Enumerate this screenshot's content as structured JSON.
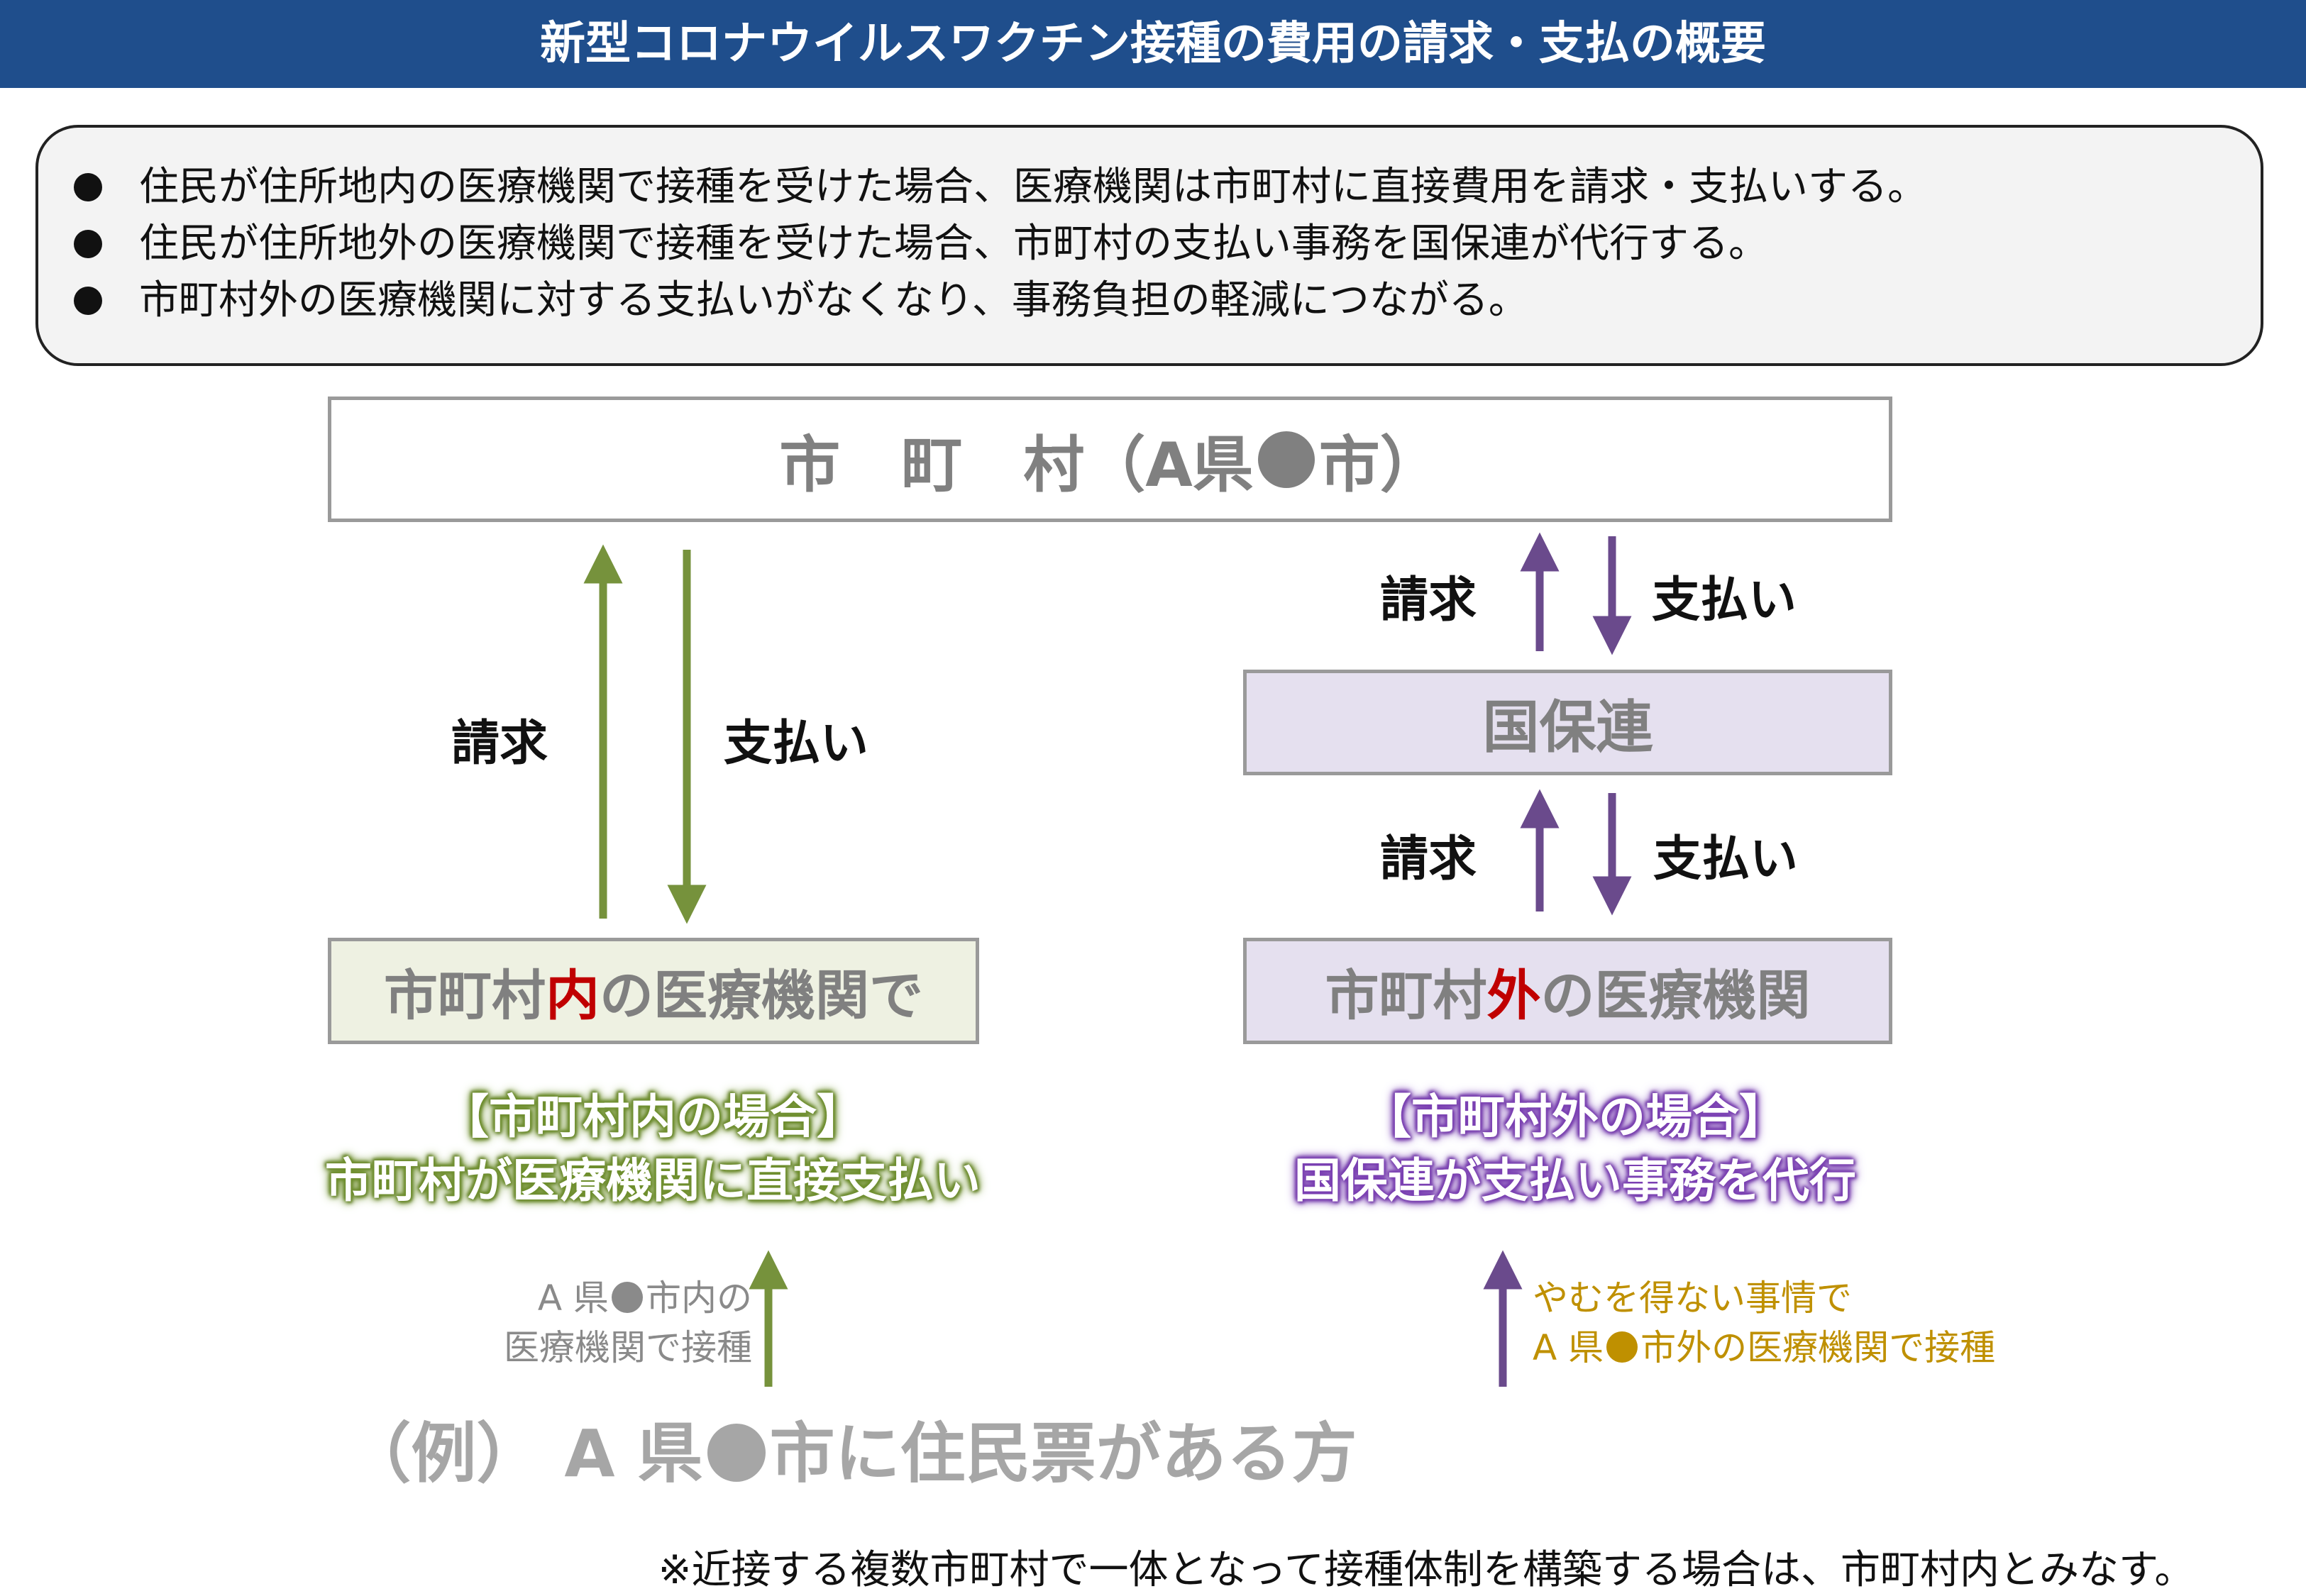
{
  "title": "新型コロナウイルスワクチン接種の費用の請求・支払の概要",
  "summary_bullets": [
    "住民が住所地内の医療機関で接種を受けた場合、医療機関は市町村に直接費用を請求・支払いする。",
    "住民が住所地外の医療機関で接種を受けた場合、市町村の支払い事務を国保連が代行する。",
    "市町村外の医療機関に対する支払いがなくなり、事務負担の軽減につながる。"
  ],
  "nodes": {
    "municipality": {
      "label_main": "市　町　村（A県",
      "label_tail": "市）"
    },
    "kokuho": "国保連",
    "inside_institution": {
      "pre": "市町村",
      "accent": "内",
      "post": "の医療機関で"
    },
    "outside_institution": {
      "pre": "市町村",
      "accent": "外",
      "post": "の医療機関"
    }
  },
  "edge_labels": {
    "left_claim": "請求",
    "left_payment": "支払い",
    "right_upper_claim": "請求",
    "right_upper_payment": "支払い",
    "right_lower_claim": "請求",
    "right_lower_payment": "支払い"
  },
  "cases": {
    "inside": {
      "line1": "【市町村内の場合】",
      "line2": "市町村が医療機関に直接支払い"
    },
    "outside": {
      "line1": "【市町村外の場合】",
      "line2": "国保連が支払い事務を代行"
    }
  },
  "notes": {
    "inside_line1_pre": "A 県",
    "inside_line1_post": "市内の",
    "inside_line2": "医療機関で接種",
    "outside_line1": "やむを得ない事情で",
    "outside_line2_pre": "A 県",
    "outside_line2_post": "市外の医療機関で接種"
  },
  "example": {
    "pre": "（例）  A 県",
    "post": "市に住民票がある方"
  },
  "footnote": "※近接する複数市町村で一体となって接種体制を構築する場合は、市町村内とみなす。",
  "colors": {
    "title_bar": "#1f4e8c",
    "green": "#76923c",
    "purple": "#6a4a8c",
    "accent_red": "#c00000",
    "gold": "#bf9000"
  }
}
